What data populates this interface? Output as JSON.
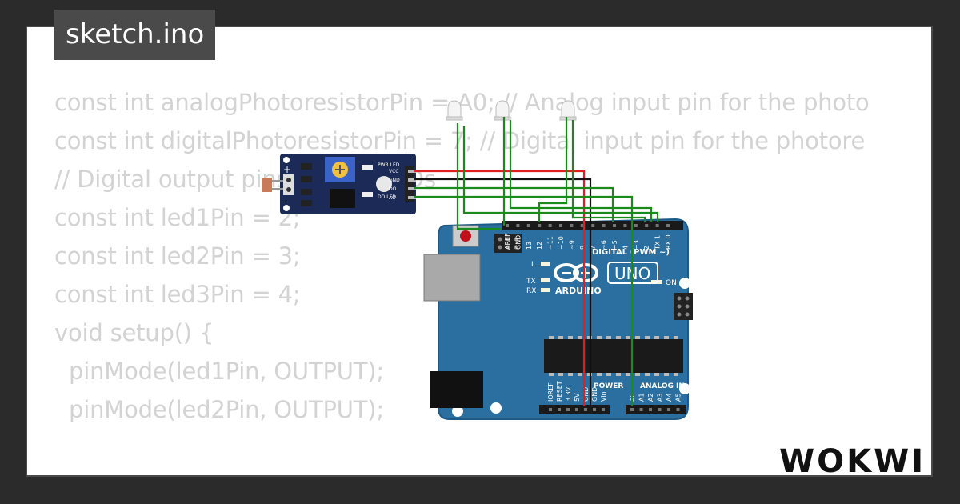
{
  "window": {
    "title": "sketch.ino"
  },
  "editor": {
    "lines": [
      "const int analogPhotoresistorPin = A0; // Analog input pin for the photo",
      "const int digitalPhotoresistorPin = 7; // Digital input pin for the photore",
      "",
      "// Digital output pins for the LEDs",
      "const int led1Pin = 2;",
      "const int led2Pin = 3;",
      "const int led3Pin = 4;",
      "",
      "void setup() {",
      "  pinMode(led1Pin, OUTPUT);",
      "  pinMode(led2Pin, OUTPUT);"
    ]
  },
  "sensor": {
    "pins": [
      "VCC",
      "GND",
      "DO",
      "AO"
    ],
    "led_labels": [
      "PWR LED",
      "DO LED"
    ],
    "plus": "+",
    "minus": "-"
  },
  "board": {
    "brand": "ARDUINO",
    "model": "UNO",
    "digital_label": "DIGITAL (PWM ~)",
    "power_label": "POWER",
    "analog_label": "ANALOG IN",
    "on_label": "ON",
    "tx_label": "TX",
    "rx_label": "RX",
    "l_label": "L",
    "digital_pins": [
      "AREF",
      "GND",
      "13",
      "12",
      "~11",
      "~10",
      "~9",
      "8",
      "7",
      "~6",
      "~5",
      "4",
      "~3",
      "2",
      "TX 1",
      "RX 0"
    ],
    "power_pins": [
      "IOREF",
      "RESET",
      "3.3V",
      "5V",
      "GND",
      "GND",
      "Vin"
    ],
    "analog_pins": [
      "A0",
      "A1",
      "A2",
      "A3",
      "A4",
      "A5"
    ]
  },
  "colors": {
    "board": "#2a6fa0",
    "sensor": "#1b2a57",
    "wire_green": "#1a8a1a",
    "wire_red": "#e02020",
    "wire_black": "#111111"
  },
  "footer": {
    "brand": "WOKWI"
  }
}
